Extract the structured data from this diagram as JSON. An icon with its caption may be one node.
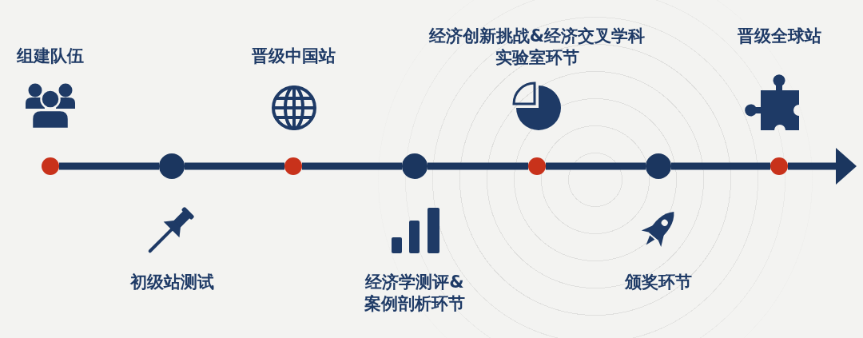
{
  "diagram": {
    "nodes": [
      {
        "text": [
          "组建队伍"
        ]
      },
      {
        "text": [
          "初级站测试"
        ]
      },
      {
        "text": [
          "晋级中国站"
        ]
      },
      {
        "text": [
          "经济学测评&案例剖析环节"
        ]
      },
      {
        "text": [
          "经济创新挑战&经济交叉学科实验室环节"
        ]
      },
      {
        "text": [
          "颁奖环节"
        ]
      },
      {
        "text": [
          "晋级全球站"
        ]
      }
    ],
    "edges": [
      {
        "from": 0,
        "to": 1,
        "arrow": "none"
      },
      {
        "from": 1,
        "to": 2,
        "arrow": "none"
      },
      {
        "from": 2,
        "to": 3,
        "arrow": "none"
      },
      {
        "from": 3,
        "to": 4,
        "arrow": "none"
      },
      {
        "from": 4,
        "to": 5,
        "arrow": "none"
      },
      {
        "from": 5,
        "to": 6,
        "arrow": "none"
      },
      {
        "from": 6,
        "to": null,
        "arrow": "to"
      }
    ]
  }
}
